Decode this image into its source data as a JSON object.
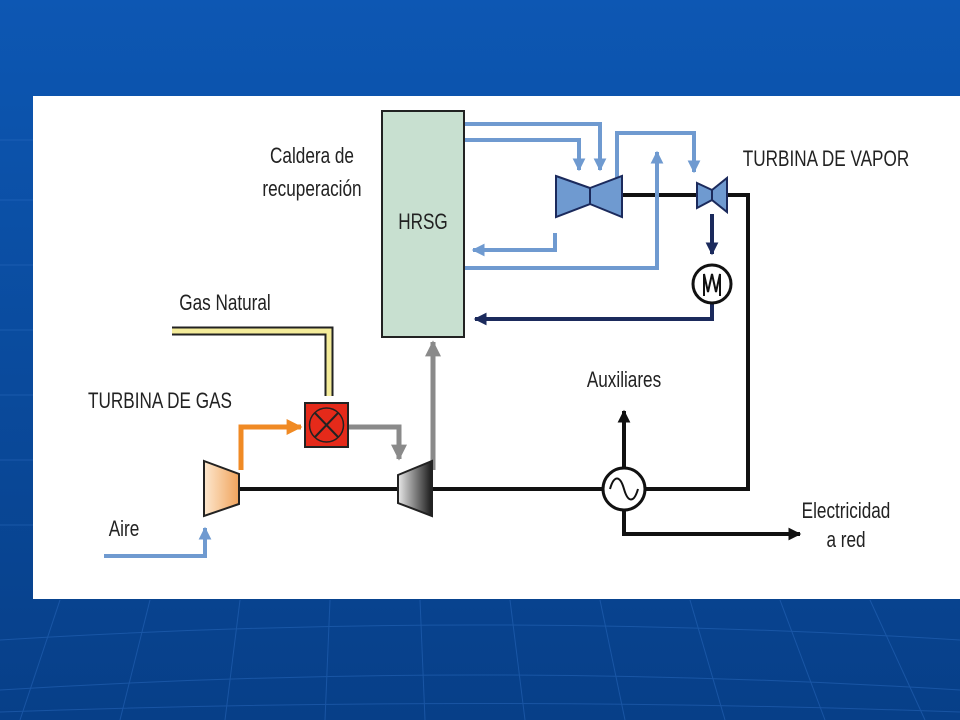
{
  "labels": {
    "caldera_line1": "Caldera de",
    "caldera_line2": "recuperación",
    "hrsg": "HRSG",
    "turbina_vapor": "TURBINA DE VAPOR",
    "gas_natural": "Gas Natural",
    "turbina_gas": "TURBINA DE GAS",
    "aire": "Aire",
    "auxiliares": "Auxiliares",
    "electricidad_line1": "Electricidad",
    "electricidad_line2": "a red"
  },
  "colors": {
    "background_blue": "#0a4fa6",
    "panel": "#ffffff",
    "hrsg_fill": "#c8e0d0",
    "steam_blue": "#6f9ad0",
    "condensate_navy": "#1b2a5c",
    "shaft_black": "#111111",
    "gas_yellow": "#f4ec9a",
    "air_orange": "#f08a24",
    "exhaust_gray": "#8a8a8a",
    "combustor_red": "#e52a1a"
  },
  "icons": {
    "combustor": "combustor-x-icon",
    "condenser": "condenser-coil-icon",
    "generator": "generator-sine-icon"
  }
}
